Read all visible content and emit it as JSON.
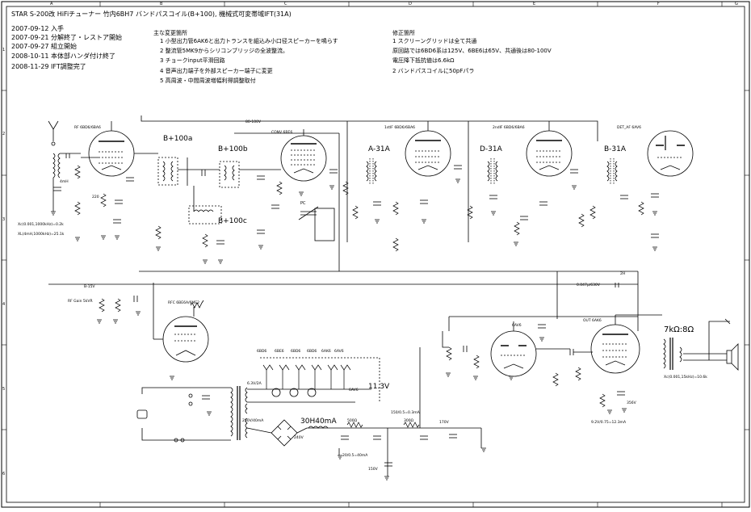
{
  "title": "STAR  S-200改  HiFiチューナー   竹内6BH7     バンドパスコイル(B+100), 機械式可変帯域IFT(31A)",
  "border": {
    "top_cols": [
      "A",
      "B",
      "C",
      "D",
      "E",
      "F",
      "G"
    ],
    "side_rows": [
      "1",
      "2",
      "3",
      "4",
      "5",
      "6"
    ]
  },
  "history": [
    "2007-09-12  入手",
    "2007-09-21  分解終了・レストア開始",
    "2007-09-27  組立開始",
    "2008-10-11  本体部ハンダ付け終了",
    "2008-11-29  IFT調整完了"
  ],
  "changes": {
    "heading": "主な変更箇所",
    "items": [
      "1   小型出力管6AK6と出力トランスを組込み小口径スピーカーを鳴らす",
      "2   整流管5MK9からシリコンブリッジの全波整流。",
      "3   チョークinput平滑回路",
      "4   音声出力端子を外部スピーカー端子に変更",
      "5   高周波・中間周波増幅利得調整取付"
    ]
  },
  "fixes": {
    "heading": "修正箇所",
    "lines": [
      "1   スクリーングリッドは全て共通",
      "     原回路では6BD6系は125V、6BE6は65V、共通後は80-100V",
      "     電圧降下抵抗値は6.6kΩ",
      "2   バンドパスコイルに50pFパラ"
    ]
  },
  "labels": {
    "rf_tube": "RF 6BD6/6BA6",
    "conv_tube": "CONV 6BE6",
    "if1_tube": "1stIF 6BD6/6BA6",
    "if2_tube": "2ndIF 6BD6/6BA6",
    "det_tube": "DET_AF 6AV6",
    "rfc_tube": "RFC 6BE6A/6ME2",
    "sav_tube": "6AV6",
    "out_tube": "OUT 6AK6",
    "b100a": "B+100a",
    "b100b": "B+100b",
    "b100c": "B+100c",
    "a31a": "A-31A",
    "d31a": "D-31A",
    "b31a": "B-31A",
    "v80": "80-100V",
    "out_xfmr": "7kΩ:8Ω",
    "choke": "30H40mA",
    "v113": "11.3V",
    "b15v": "B-15V",
    "rf_gain": "RF Gain 5kVR",
    "osc_note1": "Xc(0.001,1000kHz)=0.2k",
    "osc_note2": "XL(4mH,1000kHz)=25.1k",
    "spk_note": "Xc(0.001,15kHz)=10.6k",
    "pc": "PC",
    "heaters": [
      "6BD6",
      "6BE6",
      "6BD6",
      "6BD6",
      "6AK6",
      "6AV6"
    ],
    "sav6": "6AV6",
    "v63": "6.3V/2A",
    "v250": "250V/40mA",
    "cur": "9.2V/0.75=12.3mA",
    "v356": "356V",
    "v240": "240V",
    "v170": "170V",
    "v150": "150V",
    "r500": "500Ω",
    "r300": "300Ω",
    "rf4mh": "4mH",
    "r220": "220",
    "p2h": "2H",
    "c047": "0.047μ/630V",
    "i150": "150/0.5=0.3mA",
    "i20": "20/0.5=40mA"
  }
}
